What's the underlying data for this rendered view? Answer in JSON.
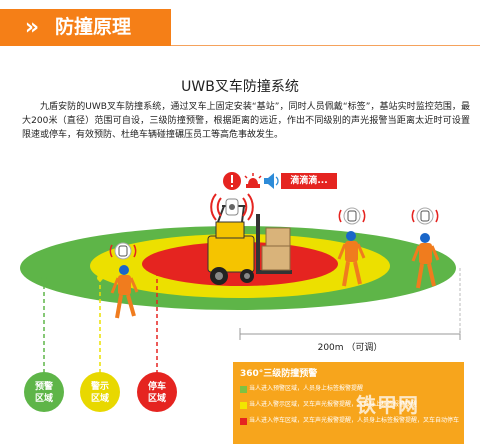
{
  "header": {
    "title": "防撞原理",
    "accent": "#f57f17"
  },
  "main_title": "UWB叉车防撞系统",
  "description": "九盾安防的UWB叉车防撞系统，通过叉车上固定安装“基站”，同时人员佩戴“标签”，基站实时监控范围，最大200米（直径）范围可自设，三级防撞预警，根据距离的远近，作出不同级别的声光报警当距离太近时可设置限速或停车，有效预防、杜绝车辆碰撞碾压员工等高危事故发生。",
  "alarm_text": "滴滴滴...",
  "distance_label": "200m （可调）",
  "warning": {
    "title": "360°三级防撞预警",
    "levels": [
      {
        "text": "当人进入预警区域，人员身上标签报警提醒",
        "color": "#7dc242"
      },
      {
        "text": "当人进入警示区域，叉车声光报警提醒，人员身上标签报警提醒",
        "color": "#f2e600"
      },
      {
        "text": "当人进入停车区域，叉车声光报警提醒，人员身上标签报警提醒，叉车自动停车",
        "color": "#e52420"
      }
    ]
  },
  "zones": [
    {
      "label": "预警区域",
      "color": "#5eb548"
    },
    {
      "label": "警示区域",
      "color": "#e8d800"
    },
    {
      "label": "停车区域",
      "color": "#e52420"
    }
  ],
  "watermark": "铁甲网"
}
